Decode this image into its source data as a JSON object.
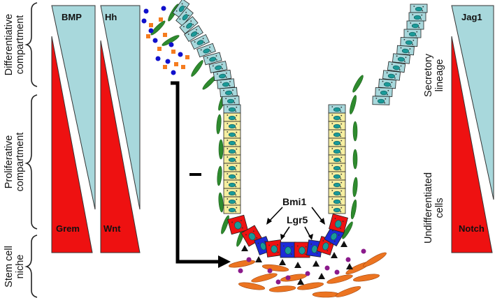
{
  "compartments": {
    "differentiative": [
      "Differentiative",
      "compartment"
    ],
    "proliferative": [
      "Proliferative",
      "compartment"
    ],
    "niche": [
      "Stem cell",
      "niche"
    ]
  },
  "gradients": {
    "bmp": "BMP",
    "hh": "Hh",
    "grem": "Grem",
    "wnt": "Wnt",
    "jag1": "Jag1",
    "notch": "Notch"
  },
  "right_labels": {
    "secretory": [
      "Secretory",
      "lineage"
    ],
    "undifferentiated": [
      "Undifferentiated",
      "cells"
    ]
  },
  "crypt_labels": {
    "bmi1": "Bmi1",
    "lgr5": "Lgr5",
    "inhibition_symbol": "−"
  },
  "colors": {
    "light_blue": "#a8d8dc",
    "red": "#ee1111",
    "yellow": "#f6eea0",
    "stem_blue": "#1d2bd8",
    "stroma_green": "#2e8b2e",
    "fibroblast_orange": "#ec7421",
    "dot_blue": "#1010cc",
    "dot_orange": "#f57c1f",
    "dot_purple": "#8b1a8b"
  }
}
